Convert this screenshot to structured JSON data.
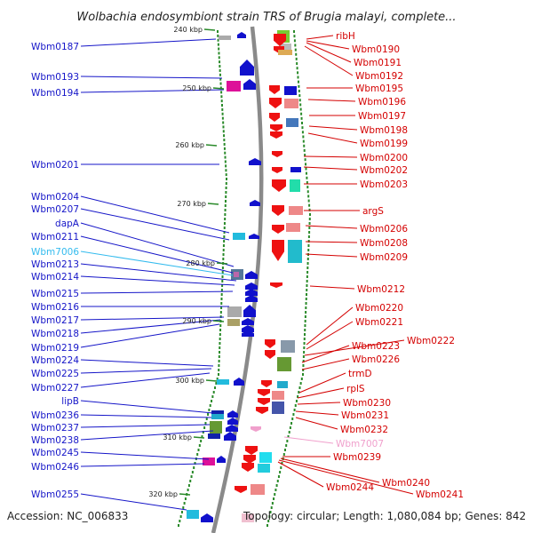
{
  "title": "Wolbachia endosymbiont strain TRS of Brugia malayi, complete...",
  "footer": {
    "accession": "Accession: NC_006833",
    "summary": "Topology: circular; Length: 1,080,084 bp; Genes: 842"
  },
  "colors": {
    "left_label": "#1515c8",
    "right_label": "#d40000",
    "highlight_left": "#33bbee",
    "highlight_right": "#f0a0cc",
    "backbone": "#888888",
    "ticks": "#2a8a2a"
  },
  "kbp_ticks": [
    "240 kbp",
    "250 kbp",
    "260 kbp",
    "270 kbp",
    "280 kbp",
    "290 kbp",
    "300 kbp",
    "310 kbp",
    "320 kbp"
  ],
  "left_labels": [
    "Wbm0187",
    "Wbm0193",
    "Wbm0194",
    "Wbm0201",
    "Wbm0204",
    "Wbm0207",
    "dapA",
    "Wbm0211",
    "Wbm7006",
    "Wbm0213",
    "Wbm0214",
    "Wbm0215",
    "Wbm0216",
    "Wbm0217",
    "Wbm0218",
    "Wbm0219",
    "Wbm0224",
    "Wbm0225",
    "Wbm0227",
    "lipB",
    "Wbm0236",
    "Wbm0237",
    "Wbm0238",
    "Wbm0245",
    "Wbm0246",
    "Wbm0255"
  ],
  "right_labels": [
    "ribH",
    "Wbm0190",
    "Wbm0191",
    "Wbm0192",
    "Wbm0195",
    "Wbm0196",
    "Wbm0197",
    "Wbm0198",
    "Wbm0199",
    "Wbm0200",
    "Wbm0202",
    "Wbm0203",
    "argS",
    "Wbm0206",
    "Wbm0208",
    "Wbm0209",
    "Wbm0212",
    "Wbm0220",
    "Wbm0221",
    "Wbm0222",
    "Wbm0223",
    "Wbm0226",
    "trmD",
    "rplS",
    "Wbm0230",
    "Wbm0231",
    "Wbm0232",
    "Wbm7007",
    "Wbm0239",
    "Wbm0240",
    "Wbm0241",
    "Wbm0244"
  ]
}
